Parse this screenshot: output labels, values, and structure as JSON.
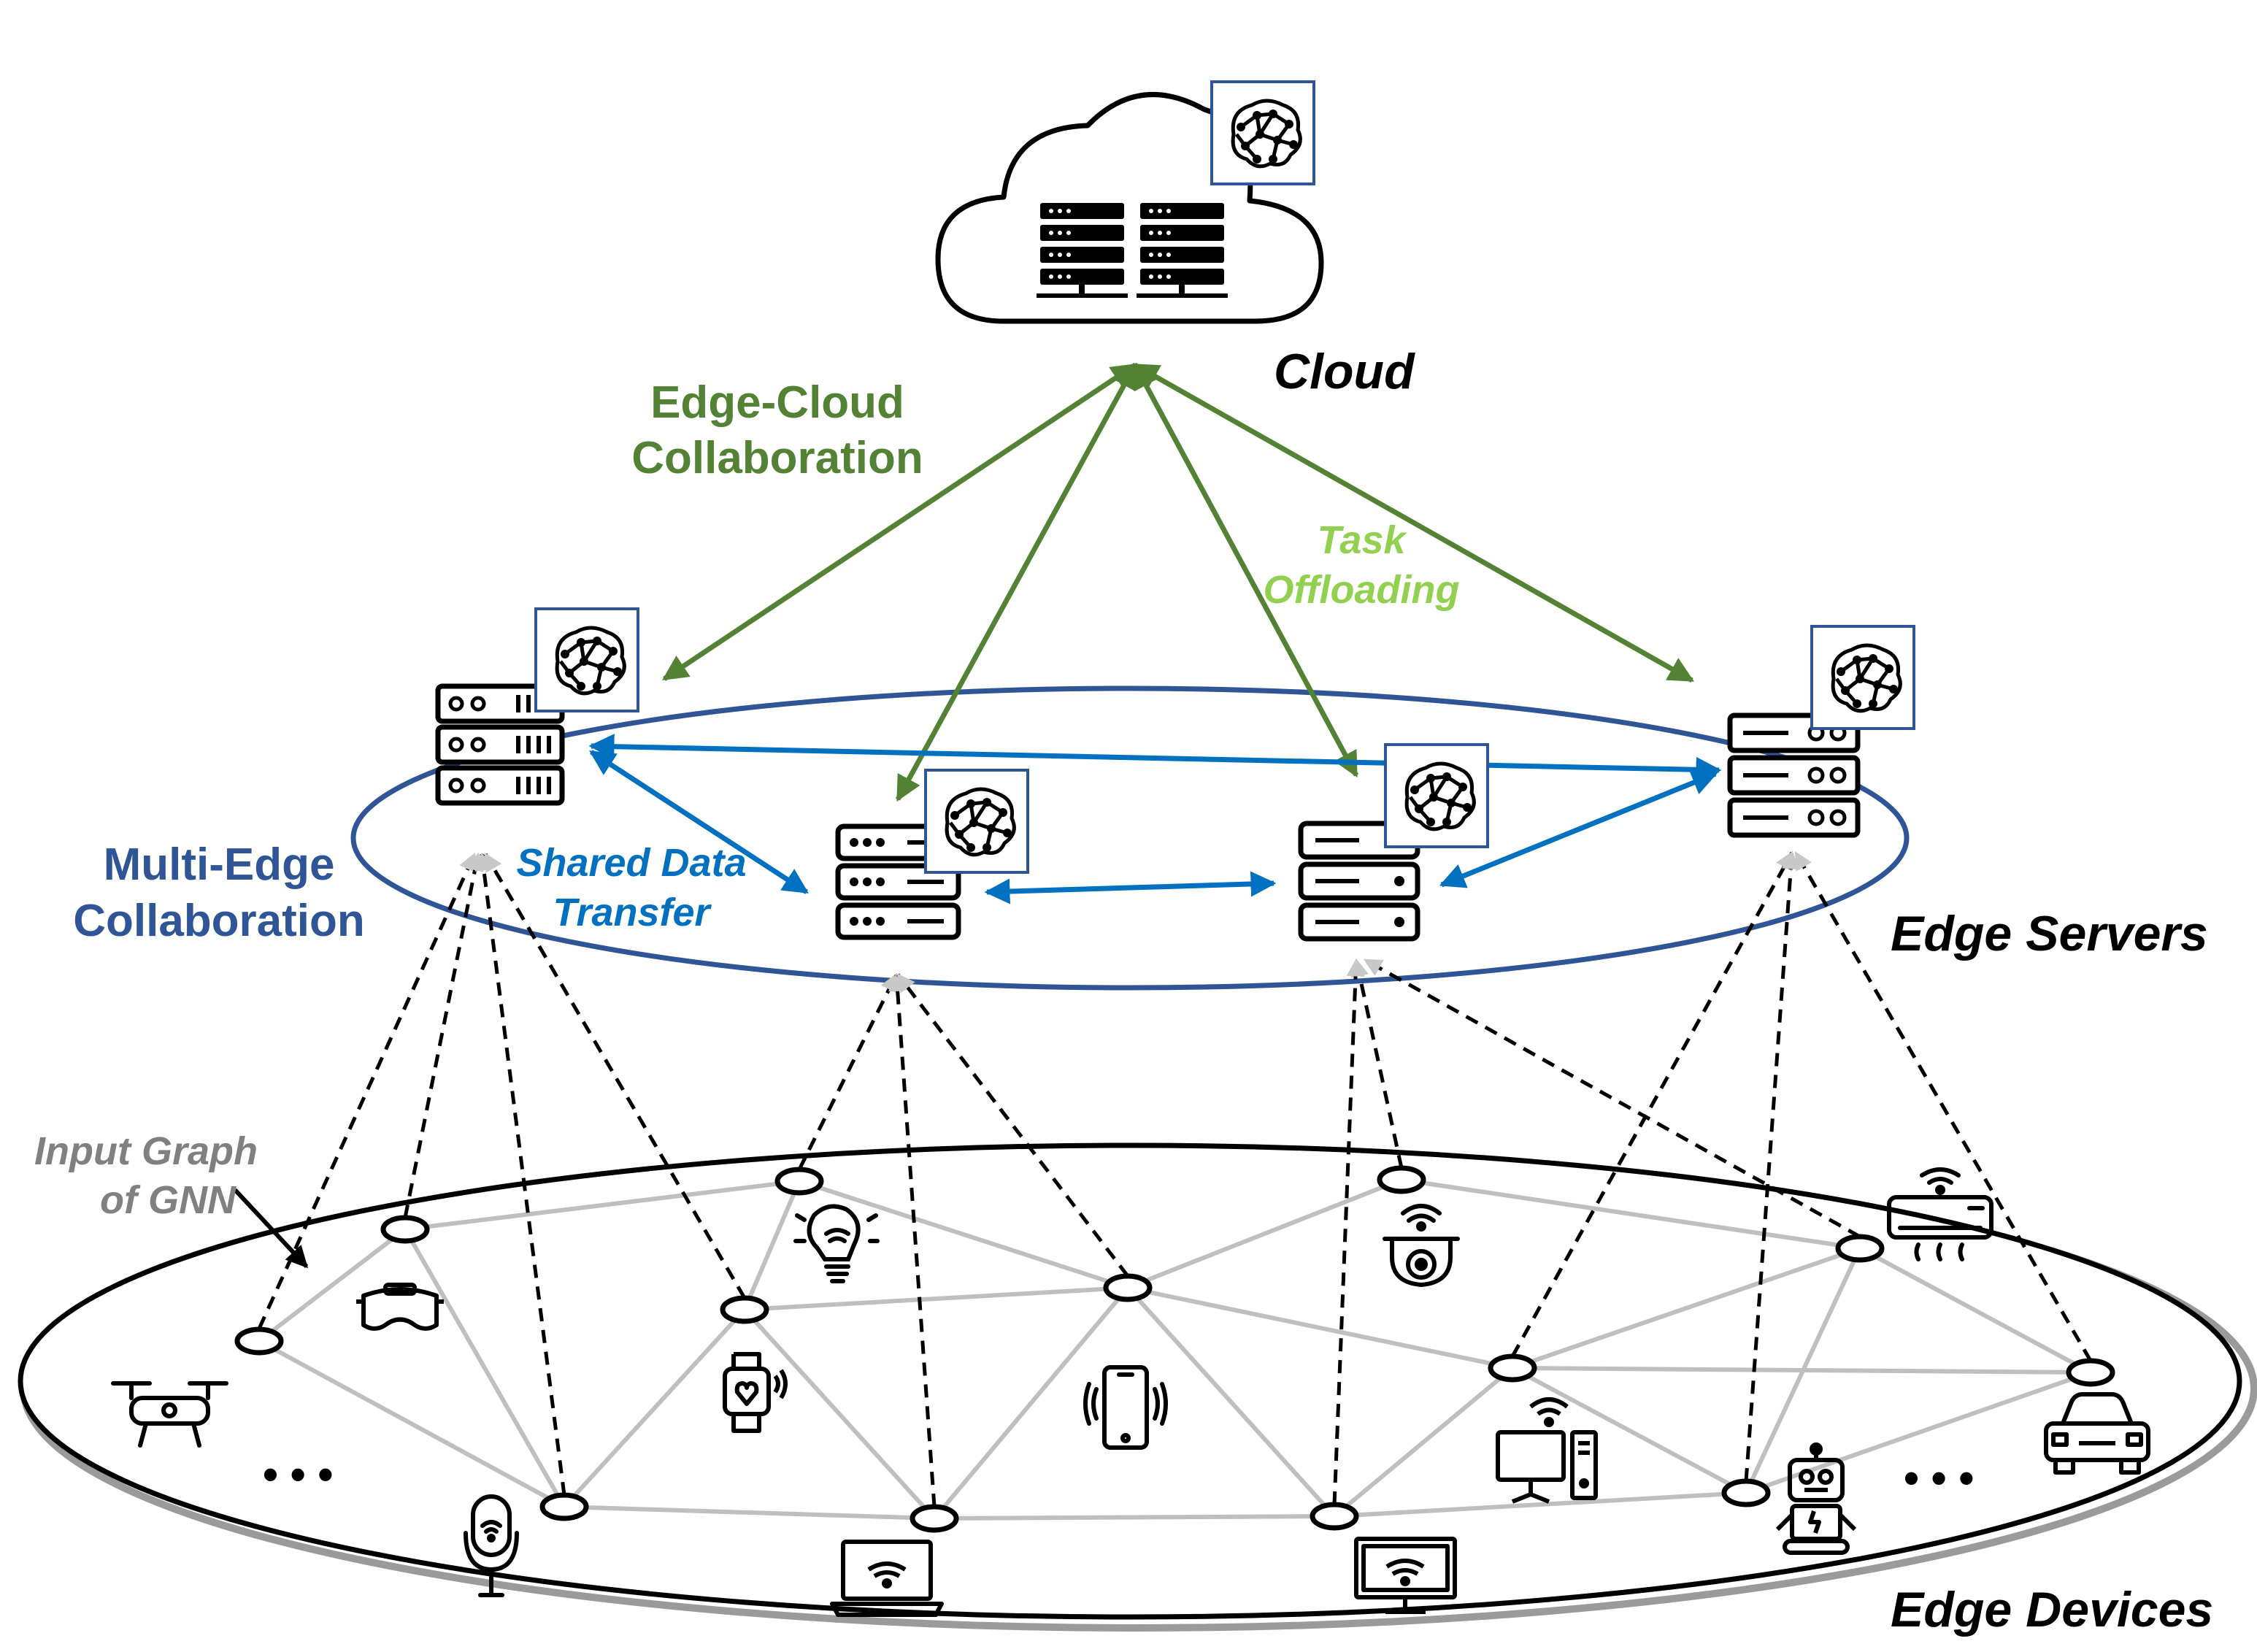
{
  "labels": {
    "cloud": "Cloud",
    "edge_cloud_line1": "Edge-Cloud",
    "edge_cloud_line2": "Collaboration",
    "task_line1": "Task",
    "task_line2": "Offloading",
    "multi_edge_line1": "Multi-Edge",
    "multi_edge_line2": "Collaboration",
    "shared_line1": "Shared Data",
    "shared_line2": "Transfer",
    "edge_servers": "Edge Servers",
    "input_graph_line1": "Input Graph",
    "input_graph_line2": "of GNN",
    "edge_devices": "Edge Devices"
  },
  "colors": {
    "green": "#548235",
    "light_green": "#92D050",
    "blue": "#0070C0",
    "navy": "#2F5597",
    "gray_text": "#808080",
    "graph_edge": "#BFBFBF",
    "model_box": "#2F5597"
  },
  "icons": {
    "cloud": "cloud-icon",
    "server": "server-rack-icon",
    "model": "gnn-brain-icon",
    "devices": [
      "drone-icon",
      "vr-headset-icon",
      "microphone-icon",
      "smart-bulb-icon",
      "smartwatch-icon",
      "laptop-icon",
      "smartphone-icon",
      "security-camera-icon",
      "smart-tv-icon",
      "desktop-pc-icon",
      "air-conditioner-icon",
      "robot-icon",
      "car-icon"
    ]
  },
  "ellipsis": "• • •"
}
